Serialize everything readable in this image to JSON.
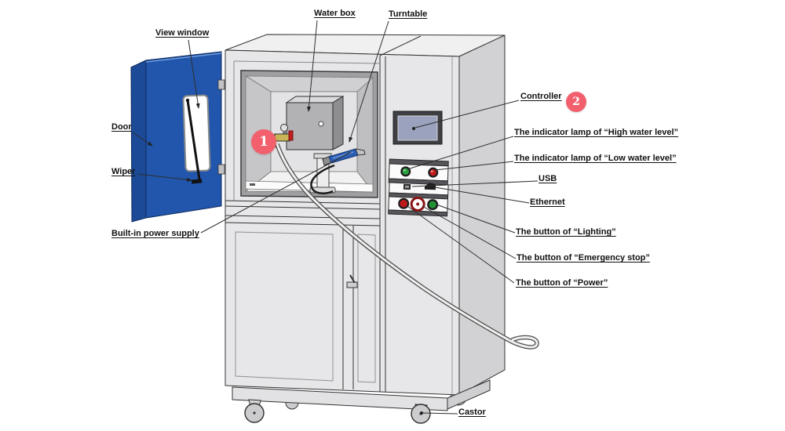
{
  "diagram": {
    "labels": {
      "view_window": "View window",
      "water_box": "Water box",
      "turntable": "Turntable",
      "door": "Door",
      "wiper": "Wiper",
      "built_in_power_supply": "Built-in power supply",
      "controller": "Controller",
      "high_water_lamp": "The indicator lamp of “High water level”",
      "low_water_lamp": "The indicator lamp of “Low water level”",
      "usb": "USB",
      "ethernet": "Ethernet",
      "btn_lighting": "The button of “Lighting”",
      "btn_emergency": "The button of “Emergency stop”",
      "btn_power": "The button of “Power”",
      "castor": "Castor"
    },
    "badges": {
      "water_valve_marker": "1",
      "controller_marker": "2"
    },
    "colors": {
      "door_blue": "#2156ac",
      "badge_pink": "#f25f6d",
      "lamp_green": "#2aa13e",
      "lamp_red": "#c41c1c",
      "nozzle_blue": "#2a5fb5",
      "cabinet_gray": "#e7e7e9"
    }
  }
}
